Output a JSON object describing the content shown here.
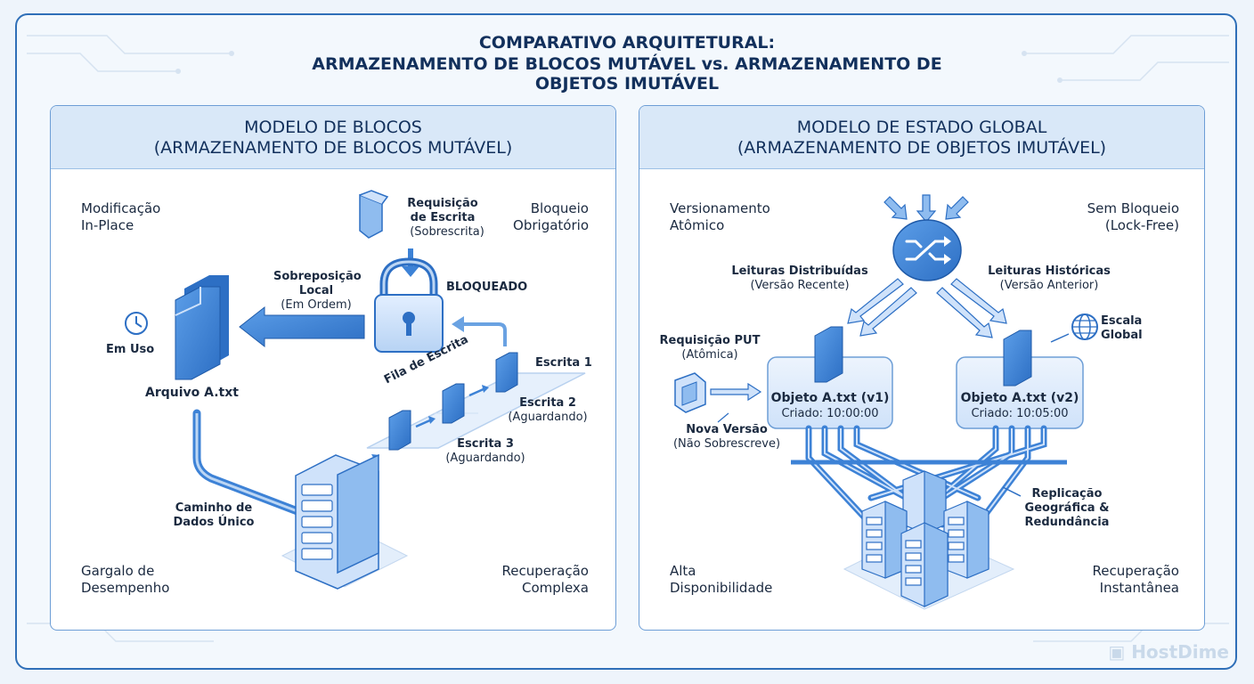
{
  "title": {
    "line1": "COMPARATIVO ARQUITETURAL:",
    "line2": "ARMAZENAMENTO DE BLOCOS MUTÁVEL vs. ARMAZENAMENTO DE",
    "line3": "OBJETOS IMUTÁVEL"
  },
  "left_panel": {
    "header_line1": "MODELO DE BLOCOS",
    "header_line2": "(ARMAZENAMENTO DE BLOCOS MUTÁVEL)",
    "corner_tl": [
      "Modificação",
      "In-Place"
    ],
    "corner_tr": [
      "Bloqueio",
      "Obrigatório"
    ],
    "corner_bl": [
      "Gargalo de",
      "Desempenho"
    ],
    "corner_br": [
      "Recuperação",
      "Complexa"
    ],
    "write_request": [
      "Requisição",
      "de Escrita",
      "(Sobrescrita)"
    ],
    "locked": "BLOQUEADO",
    "overwrite": [
      "Sobreposição",
      "Local",
      "(Em Ordem)"
    ],
    "in_use": "Em Uso",
    "file": "Arquivo A.txt",
    "queue": "Fila de Escrita",
    "write1": "Escrita 1",
    "write2": [
      "Escrita 2",
      "(Aguardando)"
    ],
    "write3": [
      "Escrita 3",
      "(Aguardando)"
    ],
    "single_path": [
      "Caminho de",
      "Dados Único"
    ]
  },
  "right_panel": {
    "header_line1": "MODELO DE ESTADO GLOBAL",
    "header_line2": "(ARMAZENAMENTO DE OBJETOS IMUTÁVEL)",
    "corner_tl": [
      "Versionamento",
      "Atômico"
    ],
    "corner_tr": [
      "Sem Bloqueio",
      "(Lock-Free)"
    ],
    "corner_bl": [
      "Alta",
      "Disponibilidade"
    ],
    "corner_br": [
      "Recuperação",
      "Instantânea"
    ],
    "dist_reads": [
      "Leituras Distribuídas",
      "(Versão Recente)"
    ],
    "hist_reads": [
      "Leituras Históricas",
      "(Versão Anterior)"
    ],
    "global_scale": [
      "Escala",
      "Global"
    ],
    "put_request": [
      "Requisição PUT",
      "(Atômica)"
    ],
    "new_version": [
      "Nova Versão",
      "(Não Sobrescreve)"
    ],
    "obj_v1": {
      "name": "Objeto A.txt (v1)",
      "created": "Criado: 10:00:00"
    },
    "obj_v2": {
      "name": "Objeto A.txt (v2)",
      "created": "Criado: 10:05:00"
    },
    "replication": [
      "Replicação",
      "Geográfica &",
      "Redundância"
    ]
  },
  "brand": "HostDime",
  "colors": {
    "accent": "#2f6fb8",
    "header_bg": "#d9e8f8",
    "dark_text": "#12305c",
    "icon_blue": "#3d82d6"
  },
  "icons": [
    "document-icon",
    "lock-icon",
    "clock-icon",
    "server-icon",
    "shuffle-icon",
    "globe-icon"
  ]
}
